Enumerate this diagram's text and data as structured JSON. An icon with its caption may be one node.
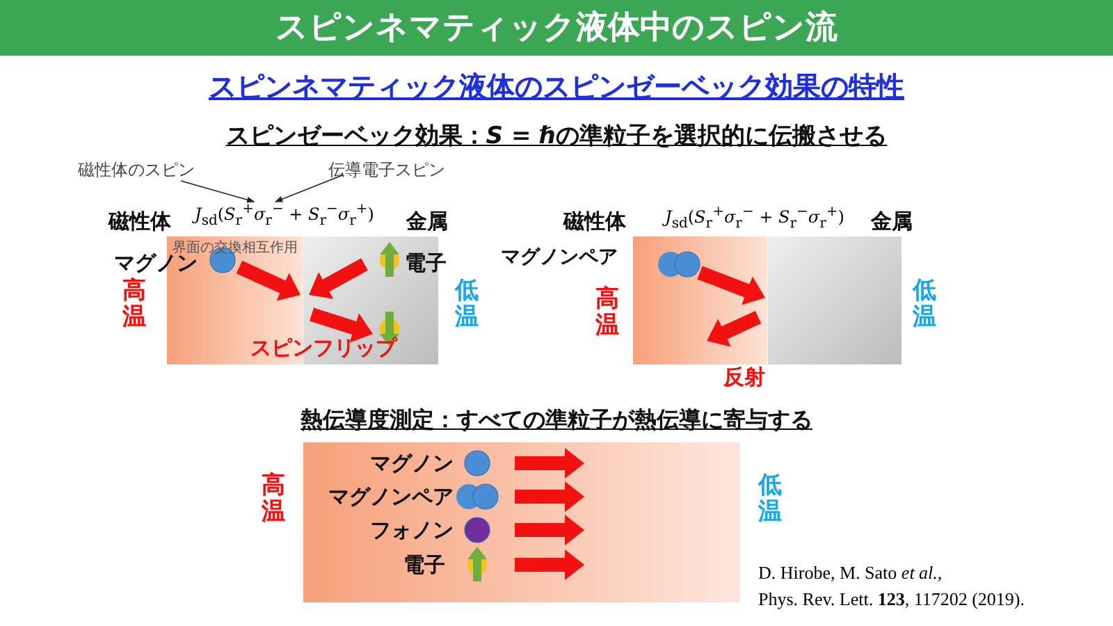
{
  "diagram": {
    "title": "スピンネマティック液体中のスピン流",
    "nodes": [
      {
        "text": [
          "磁性体のスピン"
        ]
      },
      {
        "text": [
          "伝導電子スピン"
        ]
      },
      {
        "text": [
          "*J*$_{sd}$(*S*$_{r}$$^{+}$*σ*$_{r}$$^{−}$ + *S*$_{r}$$^{−}$*σ*$_{r}$$^{+}$)"
        ]
      }
    ],
    "edges": [
      {
        "from": 0,
        "to": 2,
        "arrow": "to"
      },
      {
        "from": 1,
        "to": 2,
        "arrow": "to"
      }
    ],
    "labels": [
      "スピンネマティック液体のスピンゼーベック効果の特性",
      "スピンゼーベック効果：*S* = ℏの準粒子を選択的に伝搬させる",
      "磁性体",
      "金属",
      "界面の交換相互作用",
      "マグノン",
      "電子",
      "高温",
      "スピンフリップ",
      "低温",
      "磁性体",
      "*J*$_{sd}$(*S*$_{r}$$^{+}$*σ*$_{r}$$^{−}$ + *S*$_{r}$$^{−}$*σ*$_{r}$$^{+}$)",
      "金属",
      "マグノンペア",
      "高温",
      "反射",
      "低温",
      "熱伝導度測定：すべての準粒子が熱伝導に寄与する",
      "マグノン",
      "マグノンペア",
      "フォノン",
      "電子",
      "高温",
      "低温",
      "D. Hirobe, M. Sato *et al.*,",
      "Phys. Rev. Lett. **123**, 117202 (2019)."
    ]
  }
}
